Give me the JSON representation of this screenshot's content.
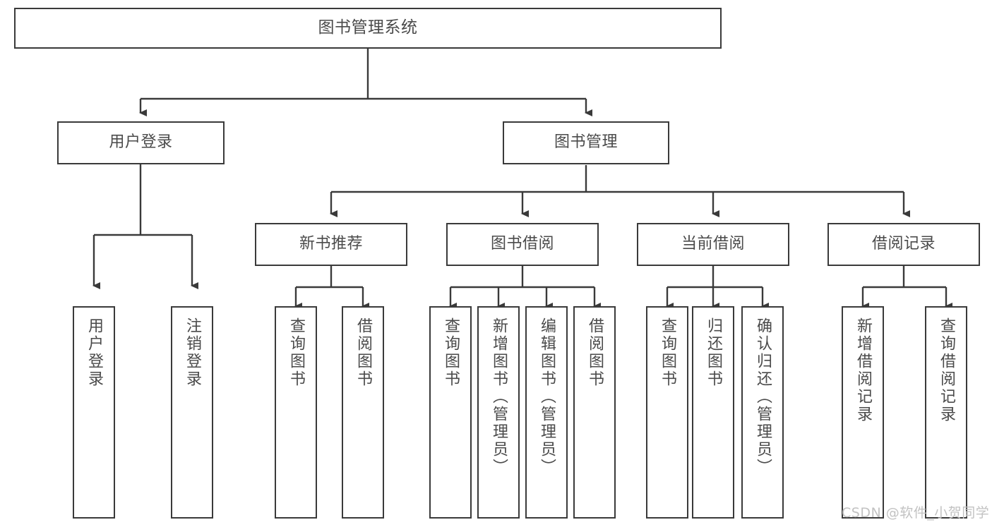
{
  "diagram": {
    "title": "图书管理系统",
    "type": "tree-hierarchy-chart",
    "watermark": "CSDN @软件_小贺同学",
    "colors": {
      "background": "#ffffff",
      "box_border": "#3a3a3a",
      "box_fill": "#ffffff",
      "text": "#4a4a4a",
      "connector": "#3a3a3a",
      "watermark": "#c2c2c2"
    },
    "root": {
      "label": "图书管理系统"
    },
    "level2": [
      {
        "id": "user-login",
        "label": "用户登录"
      },
      {
        "id": "book-management",
        "label": "图书管理"
      }
    ],
    "level3": [
      {
        "id": "new-book-recommend",
        "label": "新书推荐",
        "parent": "book-management"
      },
      {
        "id": "book-borrow",
        "label": "图书借阅",
        "parent": "book-management"
      },
      {
        "id": "current-borrow",
        "label": "当前借阅",
        "parent": "book-management"
      },
      {
        "id": "borrow-record",
        "label": "借阅记录",
        "parent": "book-management"
      }
    ],
    "leaves": [
      {
        "id": "leaf-user-login",
        "label": "用户登录",
        "parent": "user-login"
      },
      {
        "id": "leaf-logout",
        "label": "注销登录",
        "parent": "user-login"
      },
      {
        "id": "leaf-query-book-1",
        "label": "查询图书",
        "parent": "new-book-recommend"
      },
      {
        "id": "leaf-borrow-book-1",
        "label": "借阅图书",
        "parent": "new-book-recommend"
      },
      {
        "id": "leaf-query-book-2",
        "label": "查询图书",
        "parent": "book-borrow"
      },
      {
        "id": "leaf-add-book",
        "label": "新增图书（管理员）",
        "parent": "book-borrow"
      },
      {
        "id": "leaf-edit-book",
        "label": "编辑图书（管理员）",
        "parent": "book-borrow"
      },
      {
        "id": "leaf-borrow-book-2",
        "label": "借阅图书",
        "parent": "book-borrow"
      },
      {
        "id": "leaf-query-book-3",
        "label": "查询图书",
        "parent": "current-borrow"
      },
      {
        "id": "leaf-return-book",
        "label": "归还图书",
        "parent": "current-borrow"
      },
      {
        "id": "leaf-confirm-return",
        "label": "确认归还（管理员）",
        "parent": "current-borrow"
      },
      {
        "id": "leaf-add-record",
        "label": "新增借阅记录",
        "parent": "borrow-record"
      },
      {
        "id": "leaf-query-record",
        "label": "查询借阅记录",
        "parent": "borrow-record"
      }
    ]
  }
}
